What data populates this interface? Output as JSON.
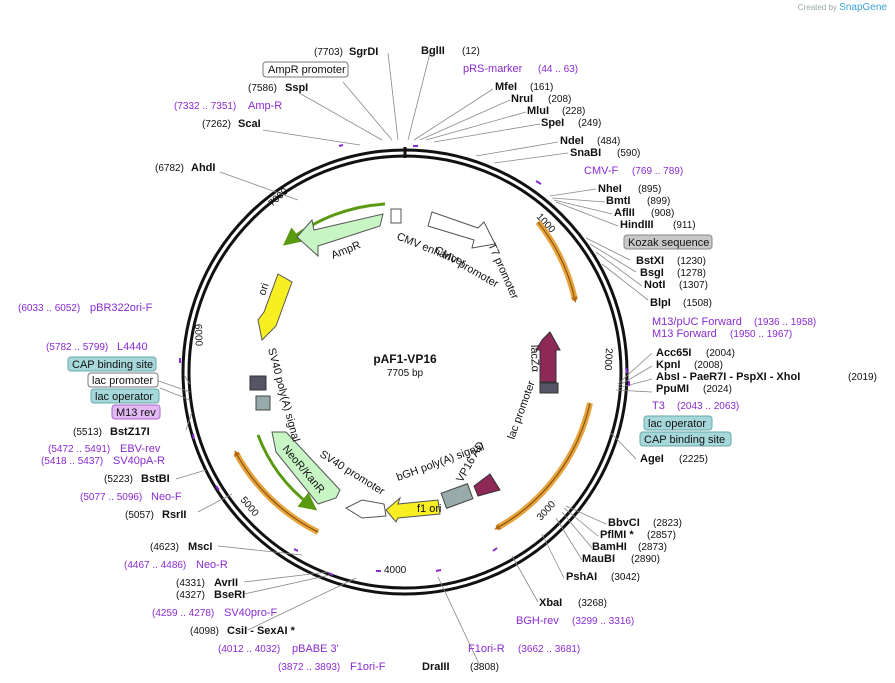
{
  "credit": {
    "prefix": "Created by",
    "brand": "SnapGene"
  },
  "plasmid": {
    "name": "pAF1-VP16",
    "length_label": "7705 bp"
  },
  "ticks": [
    "1000",
    "2000",
    "3000",
    "4000",
    "5000",
    "6000",
    "7000"
  ],
  "enzymes": [
    {
      "n": "SgrDI",
      "p": "(7703)",
      "side": "L"
    },
    {
      "n": "BglII",
      "p": "(12)",
      "side": "R"
    },
    {
      "n": "MfeI",
      "p": "(161)",
      "side": "R"
    },
    {
      "n": "NruI",
      "p": "(208)",
      "side": "R"
    },
    {
      "n": "MluI",
      "p": "(228)",
      "side": "R"
    },
    {
      "n": "SpeI",
      "p": "(249)",
      "side": "R"
    },
    {
      "n": "NdeI",
      "p": "(484)",
      "side": "R"
    },
    {
      "n": "SnaBI",
      "p": "(590)",
      "side": "R"
    },
    {
      "n": "NheI",
      "p": "(895)",
      "side": "R"
    },
    {
      "n": "BmtI",
      "p": "(899)",
      "side": "R"
    },
    {
      "n": "AflII",
      "p": "(908)",
      "side": "R"
    },
    {
      "n": "HindIII",
      "p": "(911)",
      "side": "R"
    },
    {
      "n": "BstXI",
      "p": "(1230)",
      "side": "R"
    },
    {
      "n": "BsgI",
      "p": "(1278)",
      "side": "R"
    },
    {
      "n": "NotI",
      "p": "(1307)",
      "side": "R"
    },
    {
      "n": "BlpI",
      "p": "(1508)",
      "side": "R"
    },
    {
      "n": "Acc65I",
      "p": "(2004)",
      "side": "R"
    },
    {
      "n": "KpnI",
      "p": "(2008)",
      "side": "R"
    },
    {
      "n": "PpuMI",
      "p": "(2024)",
      "side": "R"
    },
    {
      "n": "AgeI",
      "p": "(2225)",
      "side": "R"
    },
    {
      "n": "BbvCI",
      "p": "(2823)",
      "side": "R"
    },
    {
      "n": "PflMI *",
      "p": "(2857)",
      "side": "R"
    },
    {
      "n": "BamHI",
      "p": "(2873)",
      "side": "R"
    },
    {
      "n": "MauBI",
      "p": "(2890)",
      "side": "R"
    },
    {
      "n": "PshAI",
      "p": "(3042)",
      "side": "R"
    },
    {
      "n": "XbaI",
      "p": "(3268)",
      "side": "R"
    },
    {
      "n": "DraIII",
      "p": "(3808)",
      "side": "R"
    },
    {
      "n": "SspI",
      "p": "(7586)",
      "side": "L"
    },
    {
      "n": "ScaI",
      "p": "(7262)",
      "side": "L"
    },
    {
      "n": "AhdI",
      "p": "(6782)",
      "side": "L"
    },
    {
      "n": "BstZ17I",
      "p": "(5513)",
      "side": "L"
    },
    {
      "n": "BstBI",
      "p": "(5223)",
      "side": "L"
    },
    {
      "n": "RsrII",
      "p": "(5057)",
      "side": "L"
    },
    {
      "n": "MscI",
      "p": "(4623)",
      "side": "L"
    },
    {
      "n": "AvrII",
      "p": "(4331)",
      "side": "L"
    },
    {
      "n": "BseRI",
      "p": "(4327)",
      "side": "L"
    },
    {
      "n": "CsiI",
      "p": "(4098)",
      "side": "L"
    }
  ],
  "enzyme_groups": [
    {
      "text": "AbsI  - PaeR7I  - PspXI  - XhoI",
      "p": "(2019)"
    },
    {
      "text": "CsiI  - SexAI *",
      "p": ""
    }
  ],
  "primers": [
    {
      "n": "pRS-marker",
      "r": "(44 .. 63)"
    },
    {
      "n": "CMV-F",
      "r": "(769 .. 789)"
    },
    {
      "n": "M13/pUC Forward",
      "r": "(1936 .. 1958)"
    },
    {
      "n": "M13 Forward",
      "r": "(1950 .. 1967)"
    },
    {
      "n": "T3",
      "r": "(2043 .. 2063)"
    },
    {
      "n": "BGH-rev",
      "r": "(3299 .. 3316)"
    },
    {
      "n": "F1ori-R",
      "r": "(3662 .. 3681)"
    },
    {
      "n": "F1ori-F",
      "r": "(3872 .. 3893)"
    },
    {
      "n": "pBABE 3'",
      "r": "(4012 .. 4032)"
    },
    {
      "n": "SV40pro-F",
      "r": "(4259 .. 4278)"
    },
    {
      "n": "Neo-R",
      "r": "(4467 .. 4486)"
    },
    {
      "n": "Neo-F",
      "r": "(5077 .. 5096)"
    },
    {
      "n": "SV40pA-R",
      "r": "(5418 .. 5437)"
    },
    {
      "n": "EBV-rev",
      "r": "(5472 .. 5491)"
    },
    {
      "n": "L4440",
      "r": "(5782 .. 5799)"
    },
    {
      "n": "pBR322ori-F",
      "r": "(6033 .. 6052)"
    },
    {
      "n": "Amp-R",
      "r": "(7332 .. 7351)"
    }
  ],
  "boxed_labels": [
    {
      "n": "AmpR promoter",
      "style": "white"
    },
    {
      "n": "Kozak sequence",
      "style": "gray"
    },
    {
      "n": "lac operator",
      "style": "teal"
    },
    {
      "n": "CAP binding site",
      "style": "teal"
    },
    {
      "n": "CAP binding site",
      "style": "teal"
    },
    {
      "n": "lac promoter",
      "style": "white"
    },
    {
      "n": "lac operator",
      "style": "teal"
    },
    {
      "n": "M13 rev",
      "style": "violet"
    }
  ],
  "features": [
    {
      "n": "CMV enhancer"
    },
    {
      "n": "CMV promoter"
    },
    {
      "n": "T7 promoter"
    },
    {
      "n": "lacZα"
    },
    {
      "n": "lac promoter"
    },
    {
      "n": "VP16 AD"
    },
    {
      "n": "bGH poly(A) signal"
    },
    {
      "n": "f1 ori"
    },
    {
      "n": "SV40 promoter"
    },
    {
      "n": "NeoR/KanR"
    },
    {
      "n": "SV40 poly(A) signal"
    },
    {
      "n": "ori"
    },
    {
      "n": "AmpR"
    }
  ],
  "colors": {
    "backbone": "#111111",
    "primer": "#8a2bd0",
    "ori": "#f7ef22",
    "marker": "#c8f5c4",
    "lacz": "#8e2857",
    "orange": "#e6a23c",
    "teal": "#a6d7da",
    "violet": "#e2b9f2"
  }
}
